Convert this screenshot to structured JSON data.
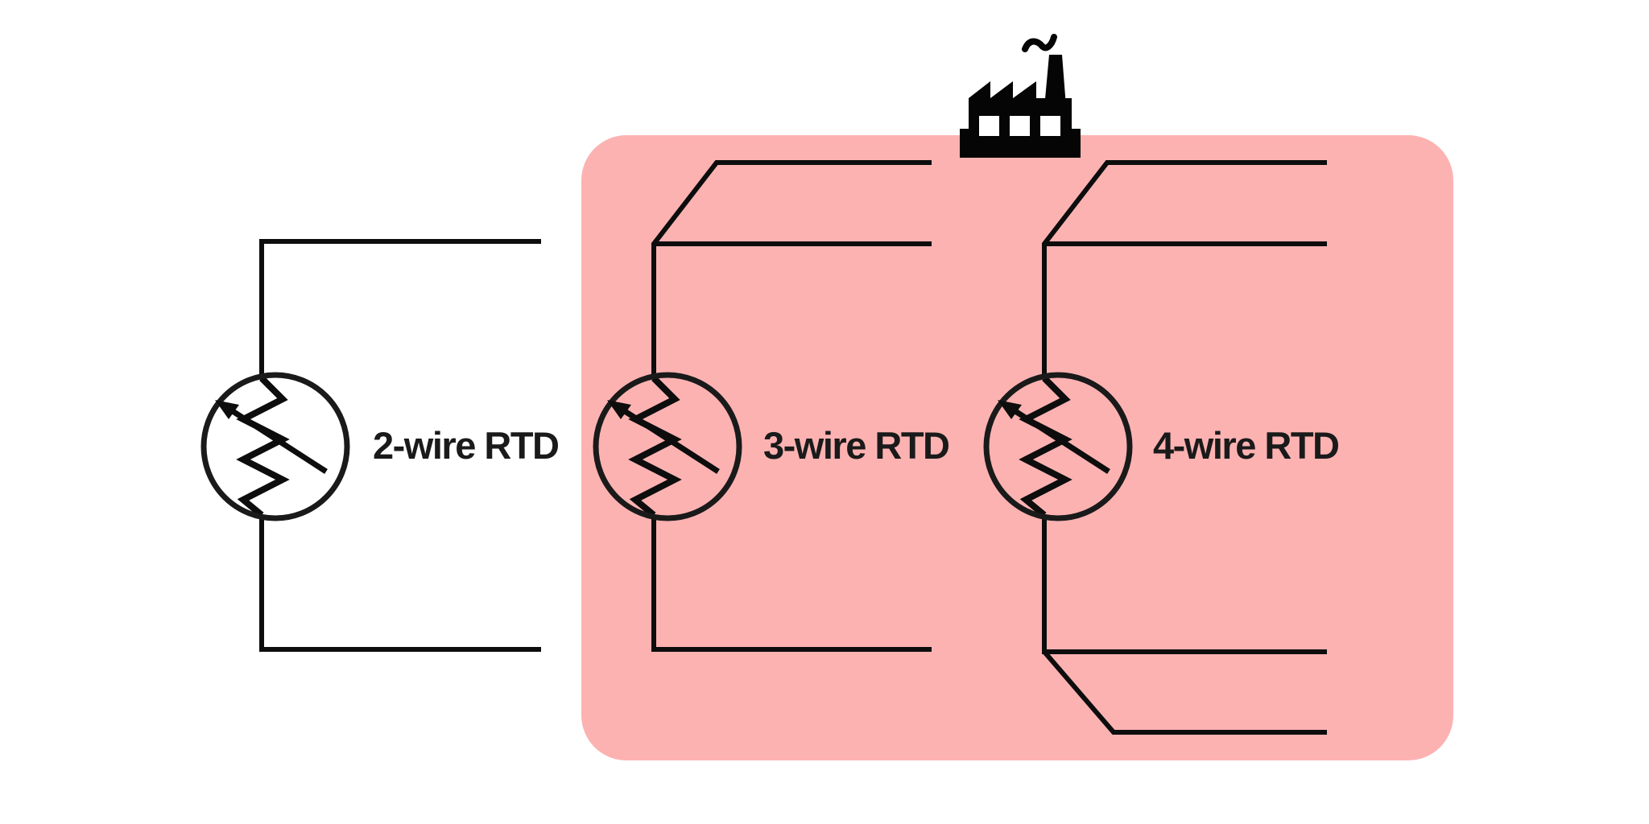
{
  "diagram": {
    "description": "RTD wiring comparison diagram",
    "highlighted_configs_note": "3-wire and 4-wire circuits sit inside the highlighted region topped by a factory icon"
  },
  "colors": {
    "canvas": "#ffffff",
    "highlight": "#fdb2b2",
    "stroke": "#0d0d0d",
    "label": "#1a1a1a"
  },
  "icons": {
    "factory": "factory-icon"
  },
  "circuits": [
    {
      "name": "2-wire-rtd",
      "label": "2-wire RTD",
      "wire_count": 2,
      "inside_highlight": false
    },
    {
      "name": "3-wire-rtd",
      "label": "3-wire RTD",
      "wire_count": 3,
      "inside_highlight": true
    },
    {
      "name": "4-wire-rtd",
      "label": "4-wire RTD",
      "wire_count": 4,
      "inside_highlight": true
    }
  ]
}
